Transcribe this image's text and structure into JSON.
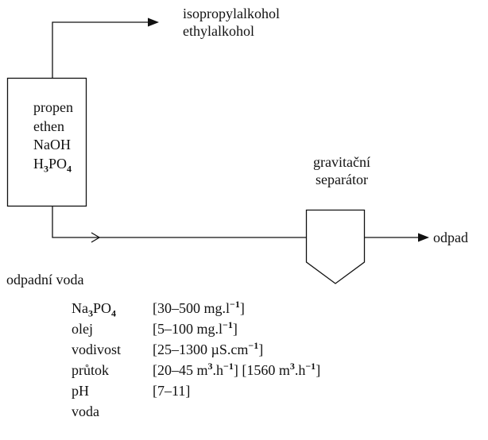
{
  "reactor": {
    "lines": [
      "propen",
      "ethen",
      "NaOH"
    ],
    "acid": {
      "h": "H",
      "h_sub": "3",
      "po": "PO",
      "po_sub": "4"
    }
  },
  "products": [
    "isopropylalkohol",
    "ethylalkohol"
  ],
  "separator": {
    "line1": "gravitační",
    "line2": "separátor"
  },
  "outlet": "odpad",
  "wastewater": {
    "title": "odpadní voda",
    "params": [
      {
        "name_main": "Na",
        "name_sub1": "3",
        "name_mid": "PO",
        "name_sub2": "4",
        "pre": "[30–500 mg.l",
        "sup": "−1",
        "post": "]"
      },
      {
        "name": "olej",
        "pre": "[5–100 mg.l",
        "sup": "−1",
        "post": "]"
      },
      {
        "name": "vodivost",
        "pre": "[25–1300 µS.cm",
        "sup": "−1",
        "post": "]"
      },
      {
        "name": "průtok",
        "a": "[20–45 m",
        "a_sup1": "3",
        "a_mid": ".h",
        "a_sup2": "−1",
        "b": "] [1560 m",
        "b_sup1": "3",
        "b_mid": ".h",
        "b_sup2": "−1",
        "b_end": "]"
      },
      {
        "name": "pH",
        "value": "[7–11]"
      },
      {
        "name": "voda",
        "value": ""
      }
    ]
  }
}
